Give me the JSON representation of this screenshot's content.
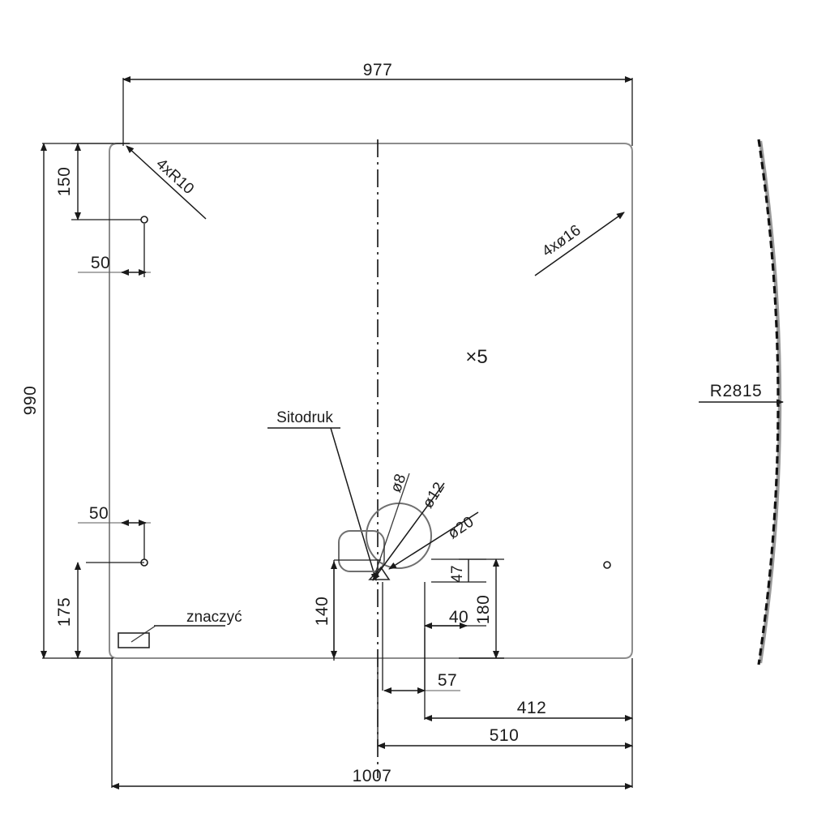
{
  "drawing": {
    "title": "Windshield / Glass Panel Technical Drawing",
    "units": "mm",
    "language": "pl"
  },
  "dimensions": {
    "top_width": "977",
    "overall_width": "1007",
    "left_height": "990",
    "top_left_offset": "150",
    "top_hole_x": "50",
    "bottom_hole_x": "50",
    "bottom_left_offset": "175",
    "detail_140": "140",
    "detail_40": "40",
    "detail_47": "47",
    "detail_180": "180",
    "detail_57": "57",
    "detail_412": "412",
    "detail_510": "510"
  },
  "callouts": {
    "corner_radius": "4xR10",
    "corner_holes": "4xø16",
    "quantity": "×5",
    "screenprint": "Sitodruk",
    "mark": "znaczyć",
    "hole_d8": "ø8",
    "hole_d12": "ø12",
    "hole_d20": "ø20",
    "arc_radius": "R2815"
  },
  "colors": {
    "line": "#1a1a1a",
    "outline": "#8c8c8c",
    "background": "#ffffff"
  }
}
